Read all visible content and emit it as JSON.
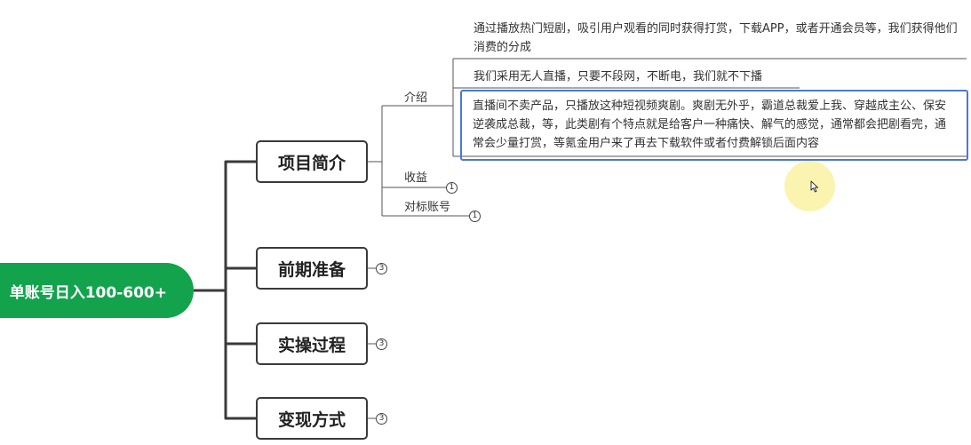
{
  "root": {
    "label": "，单账号日入100-600+"
  },
  "topics": [
    {
      "label": "项目简介"
    },
    {
      "label": "前期准备",
      "badge": "3"
    },
    {
      "label": "实操过程",
      "badge": "3"
    },
    {
      "label": "变现方式",
      "badge": "3"
    }
  ],
  "subtopics": {
    "intro": {
      "label": "介绍"
    },
    "income": {
      "label": "收益",
      "badge": "1"
    },
    "benchmark": {
      "label": "对标账号",
      "badge": "1"
    }
  },
  "leaves": [
    {
      "text": "通过播放热门短剧，吸引用户观看的同时获得打赏，下载APP，或者开通会员等，我们获得他们消费的分成"
    },
    {
      "text": "我们采用无人直播，只要不段网，不断电，我们就不下播"
    },
    {
      "text": "直播间不卖产品，只播放这种短视频爽剧。爽剧无外乎，霸道总裁爱上我、穿越成主公、保安逆袭成总裁，等，此类剧有个特点就是给客户一种痛快、解气的感觉，通常都会把剧看完，通常会少量打赏，等氪金用户来了再去下载软件或者付费解锁后面内容"
    }
  ],
  "colors": {
    "root_fill": "#13a34d",
    "line": "#3a3a3a",
    "selection": "#4a78d8",
    "cursor_highlight": "#f8f096"
  }
}
